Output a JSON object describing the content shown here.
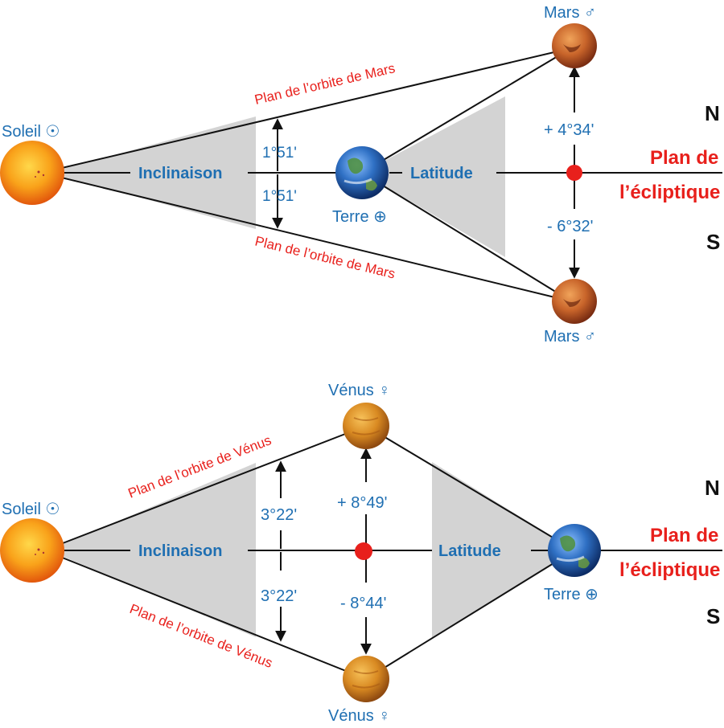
{
  "colors": {
    "label_blue": "#1f6fb2",
    "label_red": "#e8201c",
    "shade_gray": "#d3d3d3",
    "line_black": "#111111"
  },
  "mars_diagram": {
    "sun_label": "Soleil ☉",
    "earth_label": "Terre ⊕",
    "mars_top_label": "Mars ♂",
    "mars_bottom_label": "Mars ♂",
    "orbit_top_label": "Plan de l’orbite de Mars",
    "orbit_bottom_label": "Plan de l’orbite de Mars",
    "inclination_label": "Inclinaison",
    "latitude_label": "Latitude",
    "inclination_up": "1°51'",
    "inclination_down": "1°51'",
    "latitude_up": "+ 4°34'",
    "latitude_down": "- 6°32'",
    "north": "N",
    "south": "S",
    "ecliptic_line1": "Plan de",
    "ecliptic_line2": "l’écliptique"
  },
  "venus_diagram": {
    "sun_label": "Soleil ☉",
    "earth_label": "Terre ⊕",
    "venus_top_label": "Vénus ♀",
    "venus_bottom_label": "Vénus ♀",
    "orbit_top_label": "Plan de l’orbite de Vénus",
    "orbit_bottom_label": "Plan de l’orbite de Vénus",
    "inclination_label": "Inclinaison",
    "latitude_label": "Latitude",
    "inclination_up": "3°22'",
    "inclination_down": "3°22'",
    "latitude_up": "+ 8°49'",
    "latitude_down": "- 8°44'",
    "north": "N",
    "south": "S",
    "ecliptic_line1": "Plan de",
    "ecliptic_line2": "l’écliptique"
  }
}
